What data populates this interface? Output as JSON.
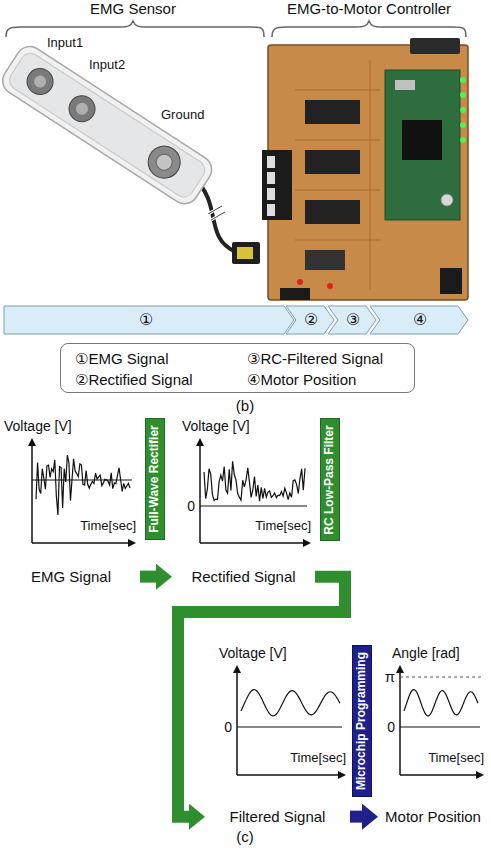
{
  "diagram": {
    "nodes": [
      {
        "text": [
          "①"
        ]
      },
      {
        "text": [
          "②"
        ]
      },
      {
        "text": [
          "③"
        ]
      },
      {
        "text": [
          "④"
        ]
      },
      {
        "text": [
          "①EMG Signal",
          "③RC-Filtered Signal",
          "②Rectified Signal",
          "④Motor Position"
        ]
      },
      {
        "text": [
          "Voltage [V]",
          "Time[sec]",
          "EMG Signal"
        ]
      },
      {
        "text": [
          "Full-Wave Rectifier"
        ]
      },
      {
        "text": [
          "Voltage [V]",
          "0",
          "Time[sec]",
          "Rectified Signal"
        ]
      },
      {
        "text": [
          "RC Low-Pass Filter"
        ]
      },
      {
        "text": [
          "Voltage [V]",
          "0",
          "Time[sec]",
          "Filtered Signal"
        ]
      },
      {
        "text": [
          "Microchip Programming"
        ]
      },
      {
        "text": [
          "Angle [rad]",
          "π",
          "0",
          "Time[sec]",
          "Motor Position"
        ]
      }
    ],
    "edges": [
      {
        "from": 5,
        "to": 7,
        "arrow": "to"
      },
      {
        "from": 7,
        "to": 9,
        "arrow": "to"
      },
      {
        "from": 9,
        "to": 11,
        "arrow": "to"
      }
    ],
    "labels": [
      "EMG Sensor",
      "EMG-to-Motor Controller",
      "Input1",
      "Input2",
      "Ground",
      "(b)",
      "(c)"
    ]
  }
}
